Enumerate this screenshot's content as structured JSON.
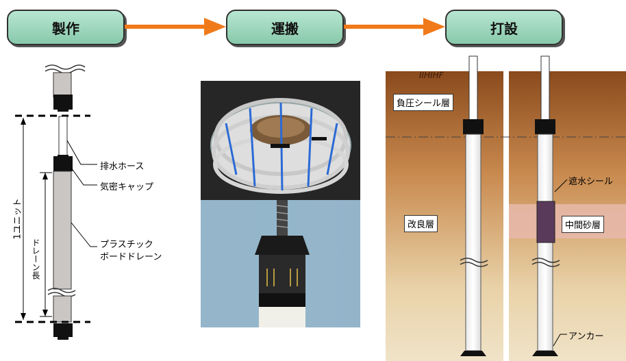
{
  "stages": {
    "manufacture": "製作",
    "transport": "運搬",
    "install": "打設"
  },
  "labels": {
    "drain_hose": "排水ホース",
    "airtight_cap": "気密キャップ",
    "plastic_board_drain_line1": "プラスチック",
    "plastic_board_drain_line2": "ボードドレーン",
    "one_unit": "1ユニット",
    "drain_length": "ドレーン長",
    "negative_pressure_seal_layer": "負圧シール層",
    "improved_layer": "改良層",
    "waterproof_seal": "遮水シール",
    "intermediate_sand_layer": "中間砂層",
    "anchor": "アンカー",
    "ground_hatch": "IIHIHF"
  },
  "colors": {
    "stage_fill": "#9fd8bd",
    "arrow": "#f07a1a",
    "soil_top": "#8a4a1c",
    "soil_lower": "#efe2c8",
    "sand_layer": "#e6b8a8",
    "seal": "#5a3a5a"
  }
}
